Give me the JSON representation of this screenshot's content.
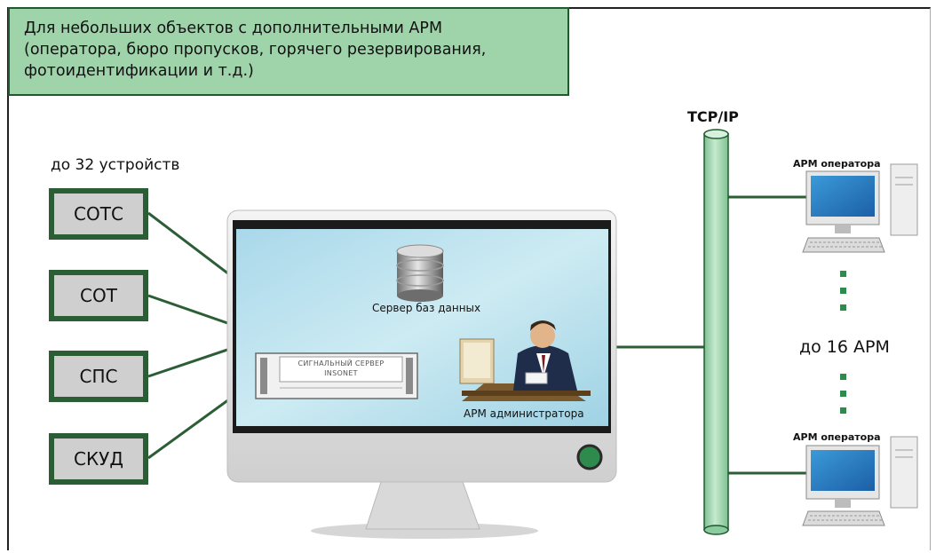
{
  "header": {
    "lines": [
      "Для небольших объектов с дополнительными АРМ",
      "(оператора, бюро пропусков, горячего резервирования,",
      "фотоидентификации и т.д.)"
    ]
  },
  "devices": {
    "caption": "до 32 устройств",
    "items": [
      "СОТС",
      "СОТ",
      "СПС",
      "СКУД"
    ]
  },
  "network": {
    "bus_label": "TCP/IP",
    "arm_count_label": "до 16 АРМ",
    "operators": [
      "АРМ оператора",
      "АРМ оператора"
    ]
  },
  "screen": {
    "db_label": "Сервер баз данных",
    "signal_server": [
      "СИГНАЛЬНЫЙ СЕРВЕР",
      "INSONET"
    ],
    "admin_label": "АРМ администратора"
  },
  "colors": {
    "accent_green": "#2c5e36",
    "header_fill": "#9fd4ab",
    "bus_fill": "#a8d8b4",
    "screen_fill": "#bfe3ee",
    "device_fill": "#cfcfcf"
  }
}
